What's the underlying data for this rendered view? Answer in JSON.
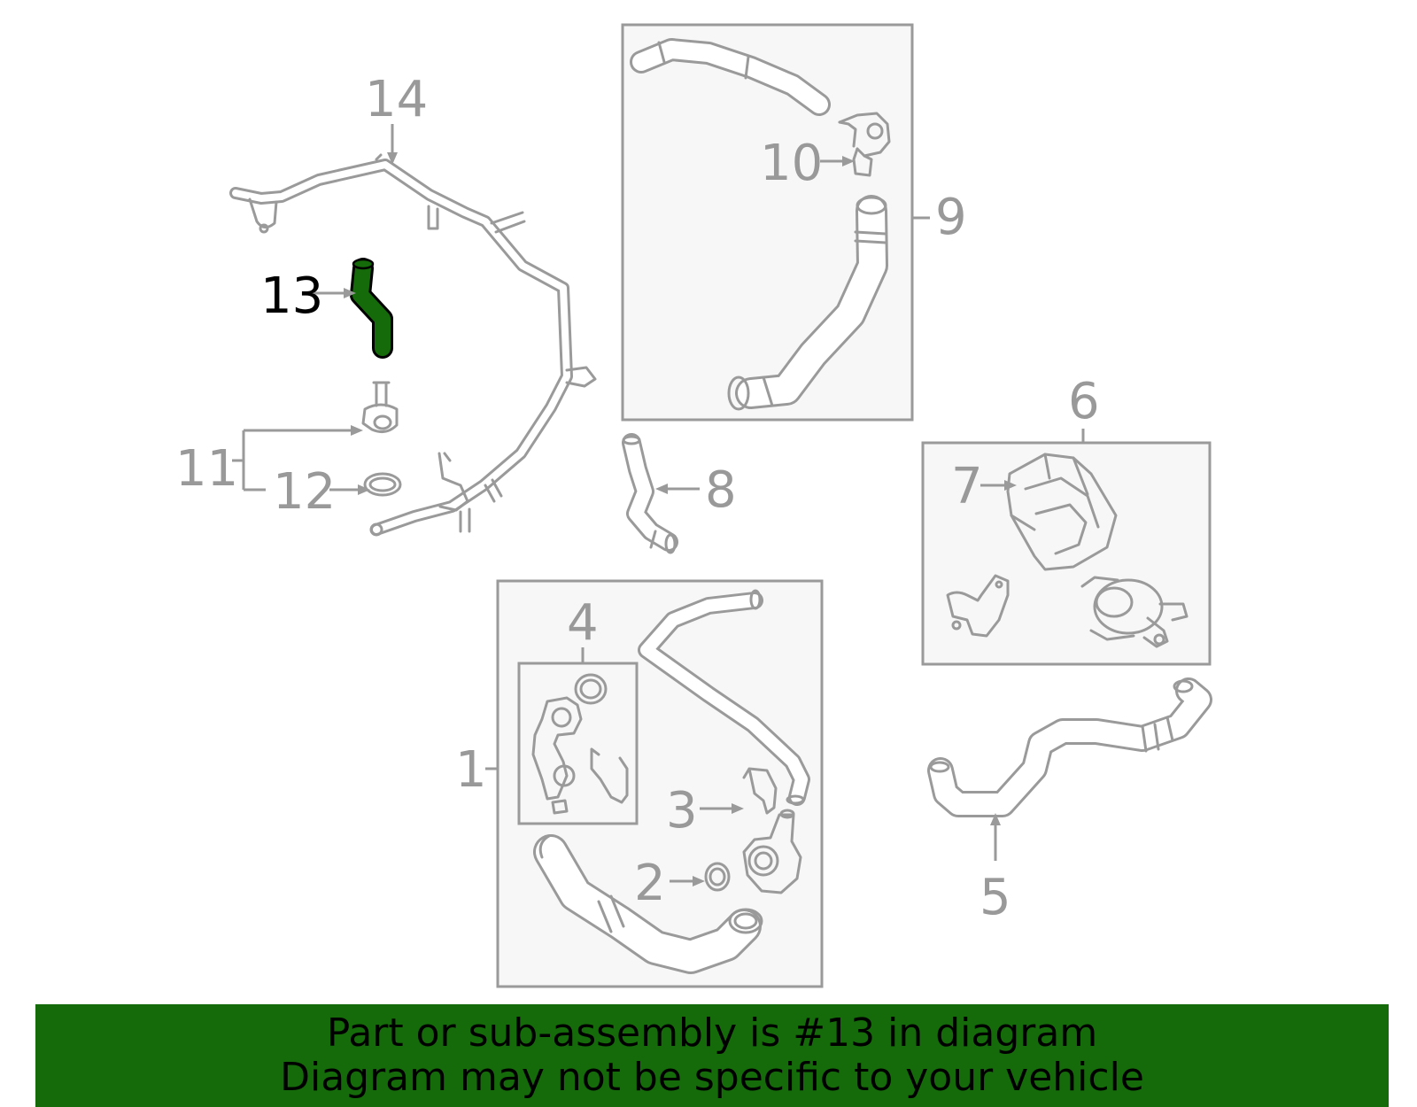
{
  "callouts": {
    "c1": "1",
    "c2": "2",
    "c3": "3",
    "c4": "4",
    "c5": "5",
    "c6": "6",
    "c7": "7",
    "c8": "8",
    "c9": "9",
    "c10": "10",
    "c11": "11",
    "c12": "12",
    "c13": "13",
    "c14": "14"
  },
  "highlight": {
    "part": "13",
    "color": "#156a0a"
  },
  "banner": {
    "line1": "Part or sub-assembly is #13 in diagram",
    "line2": "Diagram may not be specific to your vehicle",
    "background": "#156a0a"
  },
  "colors": {
    "line": "#9a9a9a",
    "box_fill": "#f7f7f7",
    "callout_text": "#999999"
  }
}
